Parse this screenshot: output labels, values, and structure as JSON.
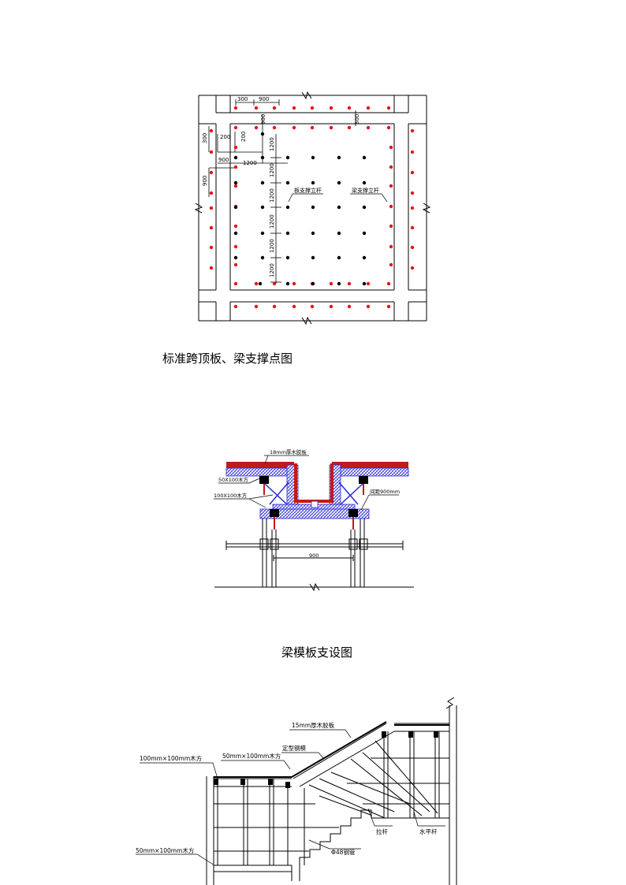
{
  "figure1": {
    "caption": "标准跨顶板、梁支撑点图",
    "dims": {
      "d300_top": "300",
      "d900_top": "900",
      "d900_v": "900",
      "d300_right": "300",
      "d300_left": "300",
      "d200_a": "200",
      "d200_b": "200",
      "d1200_a": "1200",
      "d1200_b": "1200",
      "d1200_c": "1200",
      "d1200_d": "1200",
      "d1200_e": "1200",
      "d1200_f": "1200",
      "d900_left": "900",
      "d900_mid": "900",
      "d1200_h": "1200"
    },
    "labels": {
      "slab_post": "板支撑立杆",
      "beam_post": "梁支撑立杆"
    }
  },
  "figure2": {
    "caption": "梁模板支设图",
    "labels": {
      "plywood": "18mm厚木胶板",
      "timber_50": "50X100木方",
      "timber_100": "100X100木方",
      "spacing": "间距900mm",
      "dim_900": "900"
    }
  },
  "figure3": {
    "labels": {
      "plywood": "15mm厚木胶板",
      "timber_100": "100mm×100mm木方",
      "timber_50_top": "50mm×100mm木方",
      "steel_form": "定型钢模",
      "tie_bar": "拉杆",
      "horizontal_bar": "水平杆",
      "steel_pipe": "Φ48钢管",
      "timber_50_bottom": "50mm×100mm木方"
    }
  },
  "colors": {
    "red_point": "#e8101a",
    "black_point": "#000000",
    "formwork_blue": "#2b2bd6",
    "plywood_red": "#c21a1a"
  }
}
